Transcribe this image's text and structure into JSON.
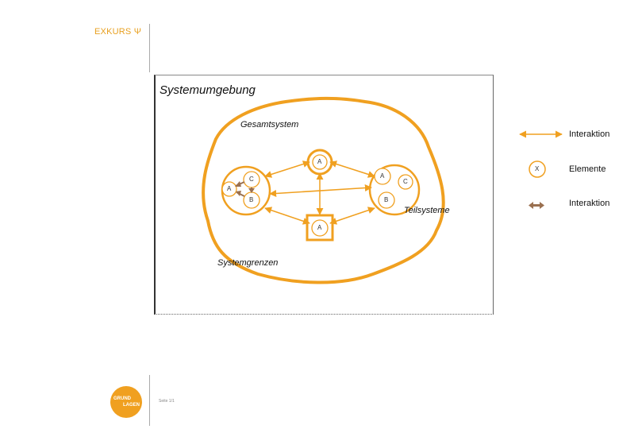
{
  "header": {
    "title": "EXKURS Ψ"
  },
  "diagram": {
    "environment_label": "Systemumgebung",
    "overall_system_label": "Gesamtsystem",
    "subsystems_label": "Teilsysteme",
    "boundaries_label": "Systemgrenzen",
    "nodes": {
      "top": "A",
      "left_a": "A",
      "left_b": "B",
      "left_c": "C",
      "right_a": "A",
      "right_b": "B",
      "right_c": "C",
      "bottom": "A"
    }
  },
  "legend": {
    "interaction_label": "Interaktion",
    "elements_symbol": "X",
    "elements_label": "Elemente",
    "interaction2_label": "Interaktion"
  },
  "footer": {
    "logo_line1": "GRUND",
    "logo_line2": "LAGEN",
    "page_text": "Seite 1/1"
  },
  "colors": {
    "accent": "#F0A020",
    "brown": "#9A7050",
    "text": "#111111"
  }
}
